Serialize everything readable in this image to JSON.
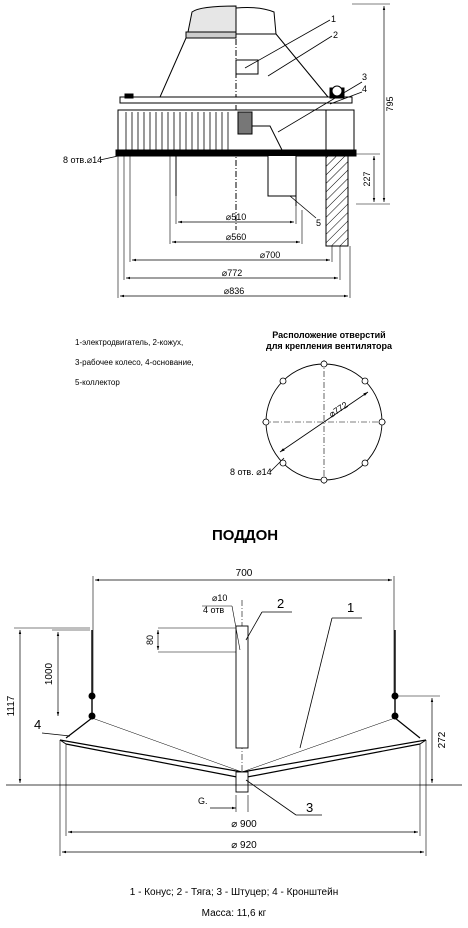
{
  "fan": {
    "callouts": [
      "1",
      "2",
      "3",
      "4",
      "5"
    ],
    "holes_label": "8 отв.⌀14",
    "dims": {
      "d510": "⌀510",
      "d560": "⌀560",
      "d700": "⌀700",
      "d772": "⌀772",
      "d836": "⌀836",
      "h795": "795",
      "h227": "227"
    },
    "legend": [
      "1-электродвигатель, 2-кожух,",
      "3-рабочее колесо, 4-основание,",
      "5-коллектор"
    ]
  },
  "hole_layout": {
    "title_line1": "Расположение отверстий",
    "title_line2": "для крепления вентилятора",
    "diameter_label": "⌀772",
    "holes_label": "8 отв. ⌀14"
  },
  "pan": {
    "title": "ПОДДОН",
    "dims": {
      "w700": "700",
      "d10": "⌀10",
      "holes4": "4 отв",
      "h80": "80",
      "h1000": "1000",
      "h1117": "1117",
      "h272": "272",
      "d900": "⌀ 900",
      "d920": "⌀ 920",
      "g": "G."
    },
    "callouts": [
      "1",
      "2",
      "3",
      "4"
    ],
    "legend": "1 - Конус; 2 - Тяга; 3 - Штуцер; 4 - Кронштейн",
    "mass": "Масса: 11,6 кг"
  }
}
